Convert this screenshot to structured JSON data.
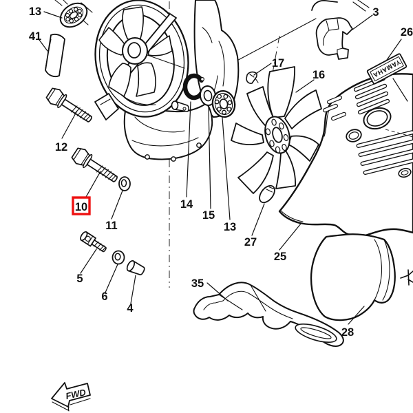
{
  "colors": {
    "background": "#ffffff",
    "line": "#111111",
    "highlight": "#ee1111"
  },
  "labels": [
    {
      "part": "13"
    },
    {
      "part": "41"
    },
    {
      "part": "12"
    },
    {
      "part": "11"
    },
    {
      "part": "5"
    },
    {
      "part": "6"
    },
    {
      "part": "4"
    },
    {
      "part": "14"
    },
    {
      "part": "15"
    },
    {
      "part": "13"
    },
    {
      "part": "17"
    },
    {
      "part": "16"
    },
    {
      "part": "3"
    },
    {
      "part": "26"
    },
    {
      "part": "27"
    },
    {
      "part": "25"
    },
    {
      "part": "35"
    },
    {
      "part": "28"
    }
  ],
  "highlight_box": {
    "part": "10"
  },
  "emblem": {
    "text": "YAMAHA"
  },
  "direction_marker": {
    "text": "FWD"
  }
}
